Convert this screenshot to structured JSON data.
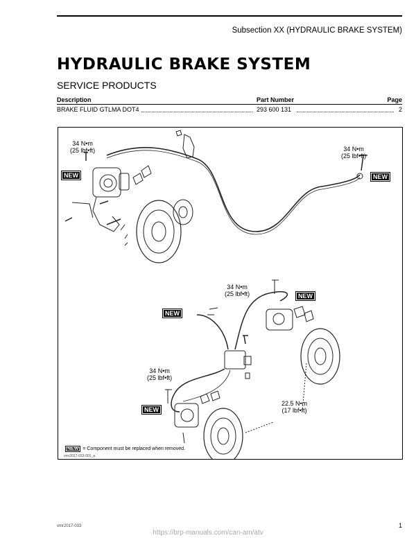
{
  "header": {
    "subsection": "Subsection XX (HYDRAULIC BRAKE SYSTEM)"
  },
  "page_title": "HYDRAULIC BRAKE SYSTEM",
  "service_products": {
    "heading": "SERVICE PRODUCTS",
    "columns": [
      "Description",
      "Part Number",
      "Page"
    ],
    "rows": [
      {
        "description": "BRAKE FLUID GTLMA DOT4",
        "part_number": "293 600 131",
        "page": "2"
      }
    ]
  },
  "figure": {
    "torques": [
      {
        "nm": "34 N•m",
        "lbf": "(25 lbf•ft)"
      },
      {
        "nm": "34 N•m",
        "lbf": "(25 lbf•ft)"
      },
      {
        "nm": "34 N•m",
        "lbf": "(25 lbf•ft)"
      },
      {
        "nm": "34 N•m",
        "lbf": "(25 lbf•ft)"
      },
      {
        "nm": "22.5 N•m",
        "lbf": "(17 lbf•ft)"
      }
    ],
    "new_badge": "NEW",
    "legend_text": "= Component must be replaced when removed.",
    "code": "vmr2017-033-001_a"
  },
  "footer": {
    "doc_code": "vmr2017-033",
    "page_number": "1",
    "url": "https://brp-manuals.com/can-am/atv"
  }
}
